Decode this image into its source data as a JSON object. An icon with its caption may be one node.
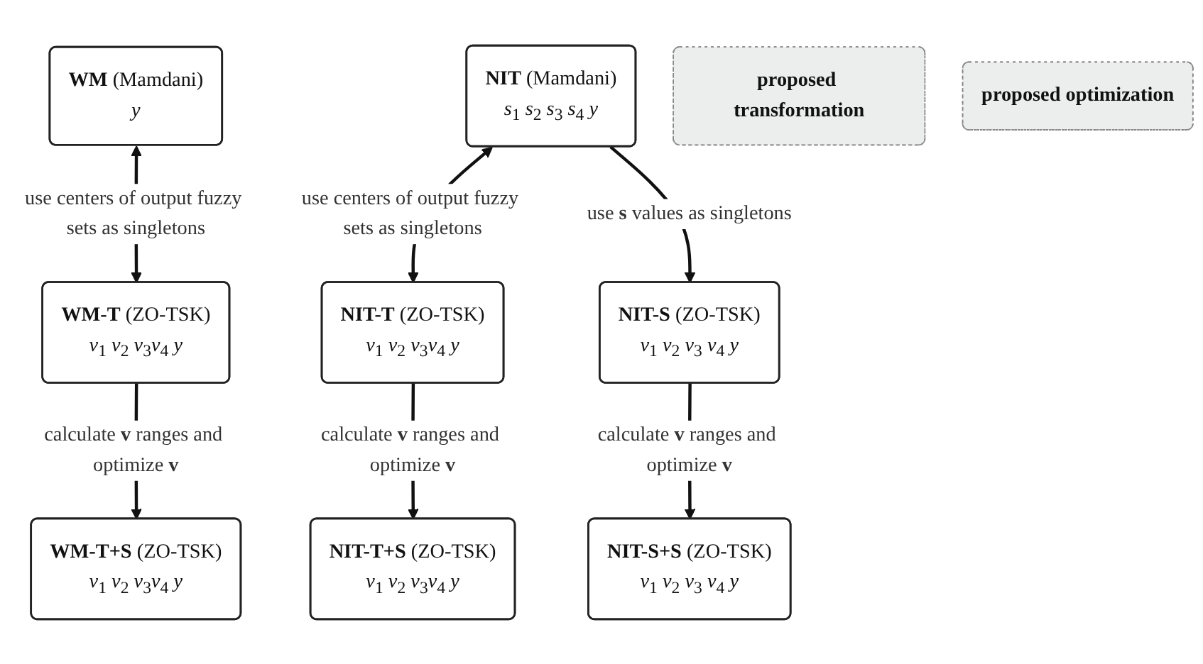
{
  "diagram": {
    "nodes": [
      {
        "text": [
          "**WM** (Mamdani)",
          "*y*"
        ]
      },
      {
        "text": [
          "**NIT** (Mamdani)",
          "*s*$_{1}$ *s*$_{2}$ *s*$_{3}$ *s*$_{4}$ *y*"
        ]
      },
      {
        "text": [
          "proposed transformation"
        ]
      },
      {
        "text": [
          "**WM-T** (ZO-TSK)",
          "*v*$_{1}$ *v*$_{2}$ *v*$_{3}$*v*$_{4}$ *y*"
        ]
      },
      {
        "text": [
          "**NIT-T** (ZO-TSK)",
          "*v*$_{1}$ *v*$_{2}$ *v*$_{3}$*v*$_{4}$ *y*"
        ]
      },
      {
        "text": [
          "**NIT-S** (ZO-TSK)",
          "*v*$_{1}$ *v*$_{2}$ *v*$_{3}$ *v*$_{4}$ *y*"
        ]
      },
      {
        "text": [
          "proposed optimization"
        ]
      },
      {
        "text": [
          "**WM-T+S** (ZO-TSK)",
          "*v*$_{1}$ *v*$_{2}$ *v*$_{3}$*v*$_{4}$ *y*"
        ]
      },
      {
        "text": [
          "**NIT-T+S** (ZO-TSK)",
          "*v*$_{1}$ *v*$_{2}$ *v*$_{3}$*v*$_{4}$ *y*"
        ]
      },
      {
        "text": [
          "**NIT-S+S** (ZO-TSK)",
          "*v*$_{1}$ *v*$_{2}$ *v*$_{3}$ *v*$_{4}$ *y*"
        ]
      }
    ],
    "edges": [
      {
        "from": 0,
        "to": 3,
        "arrow": "both",
        "label": "use centers of output fuzzy sets as singletons"
      },
      {
        "from": 1,
        "to": 4,
        "arrow": "both",
        "label": "use centers of output fuzzy sets as singletons"
      },
      {
        "from": 1,
        "to": 5,
        "arrow": "to",
        "label": "use **s** values as singletons"
      },
      {
        "from": 3,
        "to": 7,
        "arrow": "to",
        "label": "calculate **v** ranges and optimize **v**"
      },
      {
        "from": 4,
        "to": 8,
        "arrow": "to",
        "label": "calculate **v** ranges and optimize **v**"
      },
      {
        "from": 5,
        "to": 9,
        "arrow": "to",
        "label": "calculate **v** ranges and optimize **v**"
      }
    ]
  }
}
